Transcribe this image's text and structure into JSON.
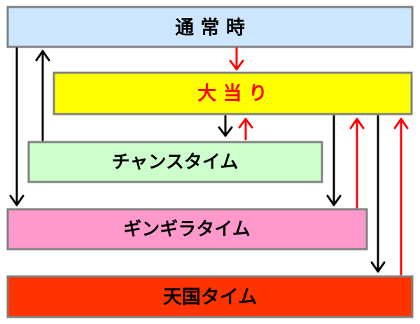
{
  "boxes": {
    "normal": {
      "label": "通 常 時",
      "fill": "#cce6ff",
      "text_color": "#000000"
    },
    "jackpot": {
      "label": "大 当 り",
      "fill": "#ffff00",
      "text_color": "#ff0000"
    },
    "chance": {
      "label": "チャンスタイム",
      "fill": "#ccffcc",
      "text_color": "#000000"
    },
    "gingira": {
      "label": "ギンギラタイム",
      "fill": "#ff99cc",
      "text_color": "#000000"
    },
    "tengoku": {
      "label": "天国タイム",
      "fill": "#ff3300",
      "text_color": "#000000"
    }
  },
  "colors": {
    "box_border": "#808080",
    "arrow_black": "#000000",
    "arrow_red": "#ff0000"
  }
}
